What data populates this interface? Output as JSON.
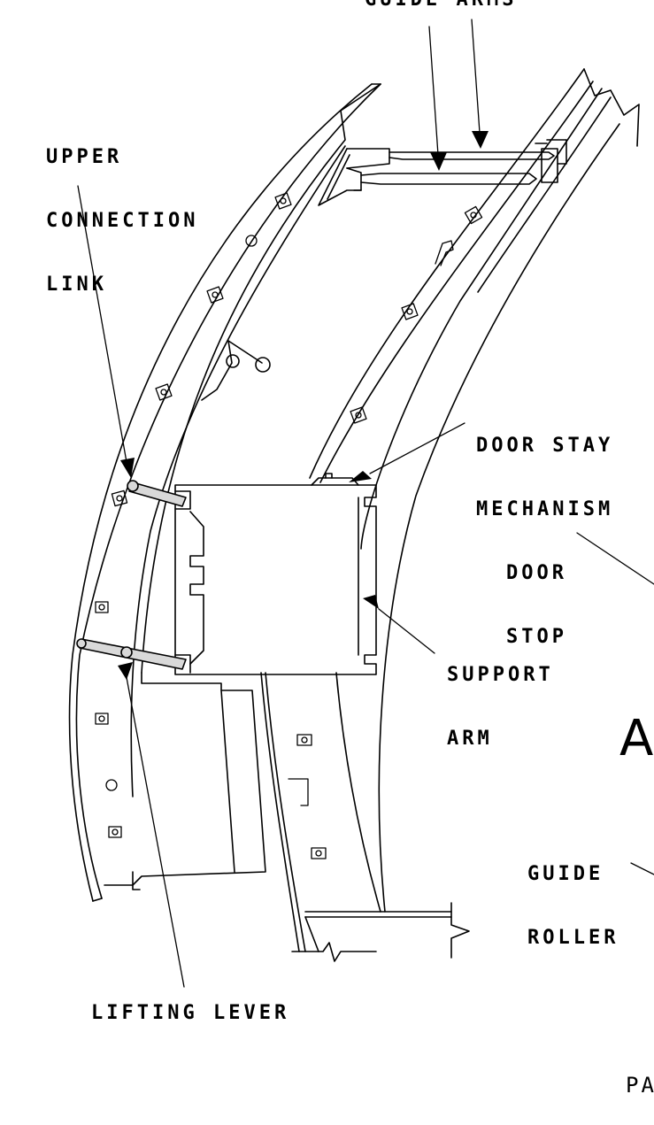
{
  "labels": {
    "guide_arms": "GUIDE ARMS",
    "upper_connection_link": [
      "UPPER",
      "CONNECTION",
      "LINK"
    ],
    "door_stay_mechanism": [
      "DOOR STAY",
      "MECHANISM"
    ],
    "door_stop": [
      "DOOR",
      "STOP"
    ],
    "support_arm": [
      "SUPPORT",
      "ARM"
    ],
    "guide_roller": [
      "GUIDE",
      "ROLLER"
    ],
    "lifting_lever": "LIFTING LEVER"
  },
  "view_letter": "A",
  "page_fragment": "PA",
  "colors": {
    "line": "#000000",
    "background": "#ffffff",
    "link_fill": "#d9d9d9"
  }
}
